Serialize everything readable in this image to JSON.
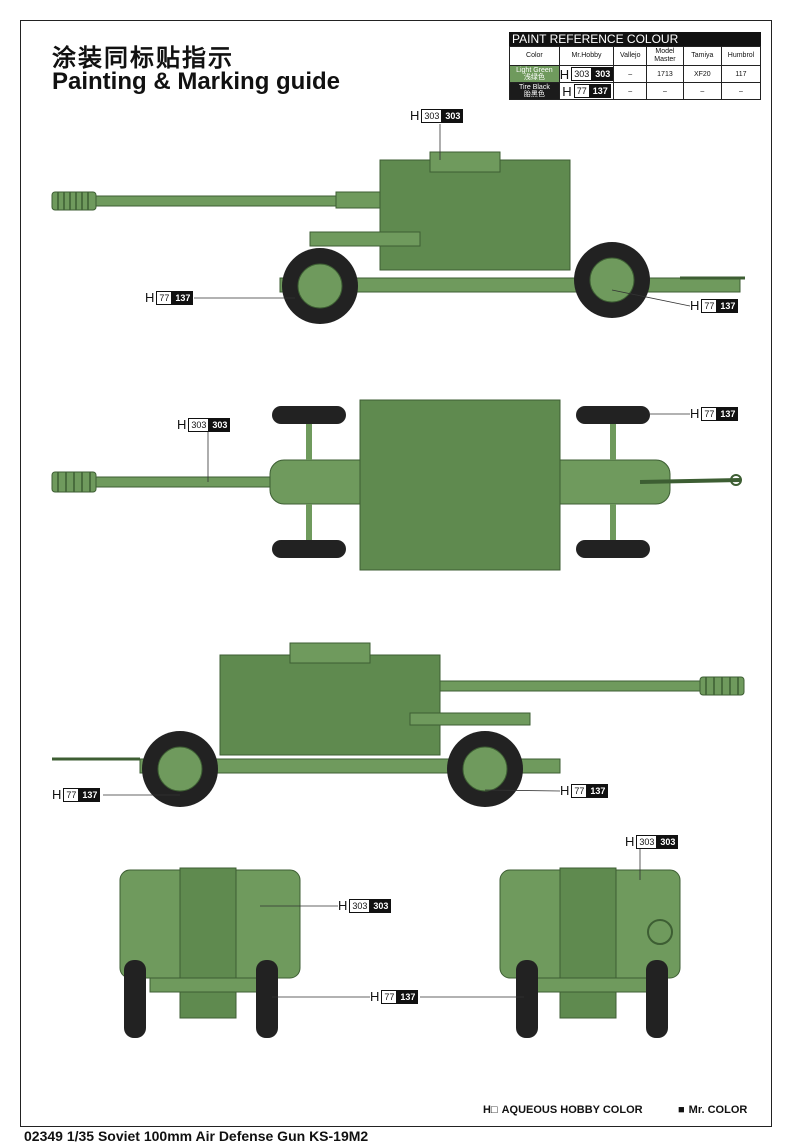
{
  "title_cn": "涂装同标贴指示",
  "title_en": "Painting & Marking guide",
  "paint_reference": {
    "heading": "PAINT REFERENCE COLOUR",
    "columns": [
      "Color",
      "Mr.Hobby",
      "Vallejo",
      "Model Master",
      "Tamiya",
      "Humbrol"
    ],
    "rows": [
      {
        "color_en": "Light Green",
        "color_cn": "浅绿色",
        "mr_hobby_h": "303",
        "mr_hobby_mr": "303",
        "vallejo": "–",
        "model_master": "1713",
        "tamiya": "XF20",
        "humbrol": "117",
        "swatch": "#6f9a5d"
      },
      {
        "color_en": "Tire Black",
        "color_cn": "胎黑色",
        "mr_hobby_h": "77",
        "mr_hobby_mr": "137",
        "vallejo": "–",
        "model_master": "–",
        "tamiya": "–",
        "humbrol": "–",
        "swatch": "#1b1b1b"
      }
    ]
  },
  "callouts": {
    "h": "H",
    "green_box": "303",
    "green_blk": "303",
    "black_box": "77",
    "black_blk": "137"
  },
  "legend": {
    "aqueous_symbol": "H□",
    "aqueous_label": "AQUEOUS HOBBY COLOR",
    "mr_symbol": "■",
    "mr_label": "Mr. COLOR"
  },
  "footer": "02349 1/35  Soviet 100mm Air Defense Gun KS-19M2",
  "colors": {
    "gun_green": "#6f9a5d",
    "gun_dark": "#4f7a44",
    "tire": "#222222"
  }
}
